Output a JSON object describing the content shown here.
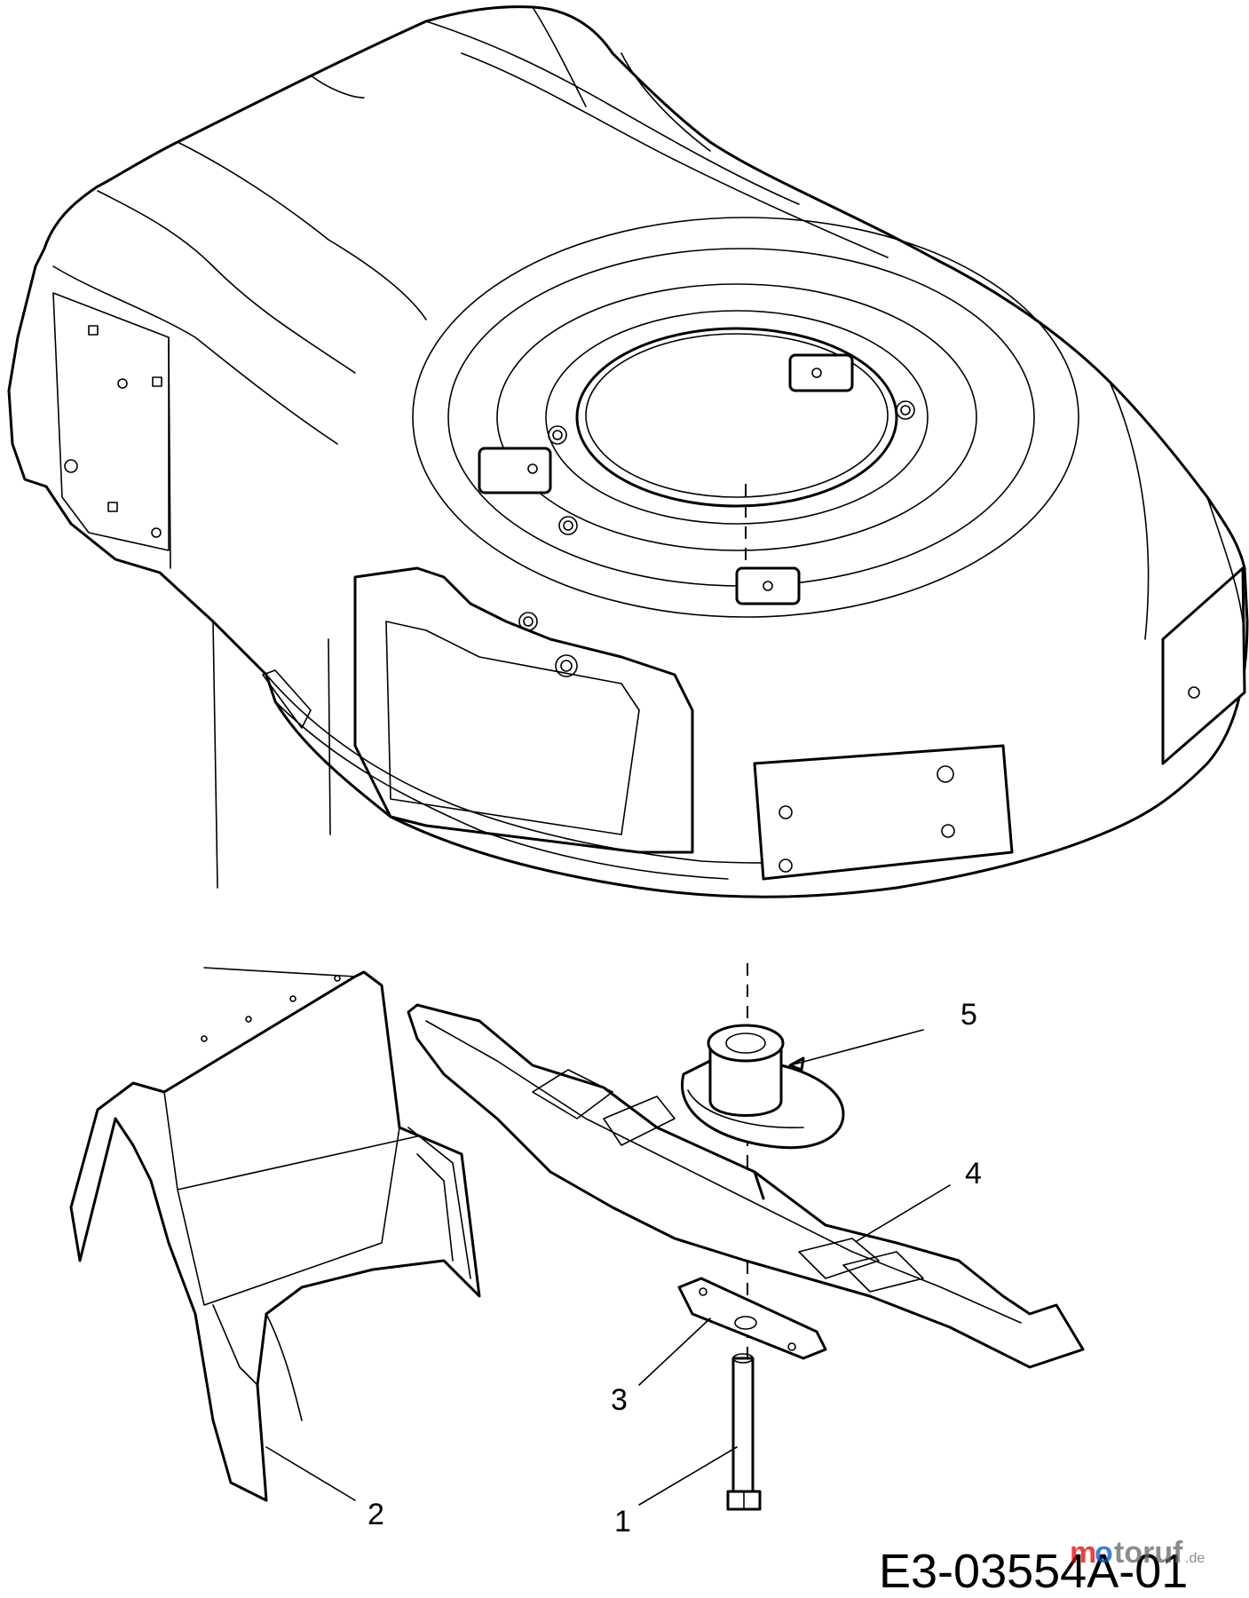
{
  "callouts": [
    {
      "label": "1",
      "part": "bolt"
    },
    {
      "label": "2",
      "part": "grass-deflector"
    },
    {
      "label": "3",
      "part": "blade-retainer-plate"
    },
    {
      "label": "4",
      "part": "blade"
    },
    {
      "label": "5",
      "part": "blade-adapter"
    }
  ],
  "drawing_code": "E3-03554A-01",
  "watermark": {
    "name": "motoruf",
    "suffix": ".de"
  },
  "colors": {
    "line": "#000000",
    "background": "#ffffff",
    "watermark_m": "#e60000",
    "watermark_o": "#0055cc"
  }
}
